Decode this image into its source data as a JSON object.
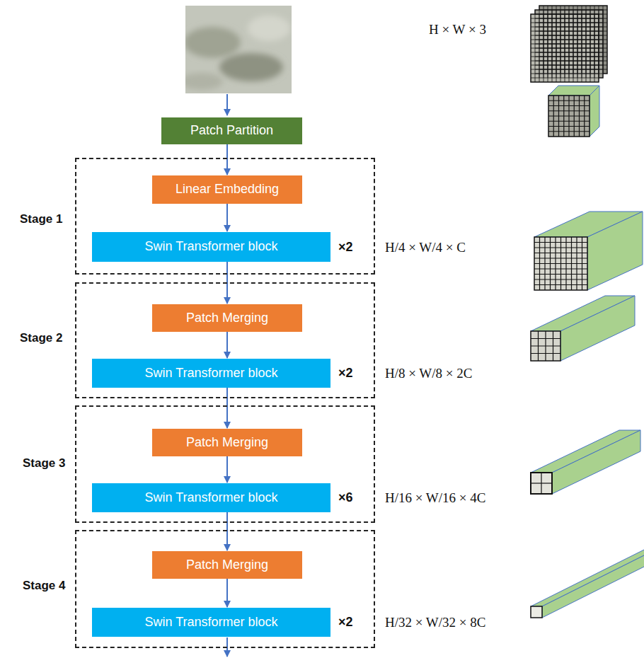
{
  "diagram": {
    "nodes": [
      {
        "text": [
          "Patch Partition"
        ]
      },
      {
        "text": [
          "Stage 1"
        ]
      },
      {
        "text": [
          "Linear Embedding"
        ],
        "in": 1
      },
      {
        "text": [
          "Swin Transformer block"
        ],
        "in": 1
      },
      {
        "text": [
          "Stage 2"
        ]
      },
      {
        "text": [
          "Patch Merging"
        ],
        "in": 4
      },
      {
        "text": [
          "Swin Transformer block"
        ],
        "in": 4
      },
      {
        "text": [
          "Stage 3"
        ]
      },
      {
        "text": [
          "Patch Merging"
        ],
        "in": 7
      },
      {
        "text": [
          "Swin Transformer block"
        ],
        "in": 7
      },
      {
        "text": [
          "Stage 4"
        ]
      },
      {
        "text": [
          "Patch Merging"
        ],
        "in": 10
      },
      {
        "text": [
          "Swin Transformer block"
        ],
        "in": 10
      }
    ],
    "edges": [
      {
        "from": 0,
        "to": 2,
        "arrow": "to"
      },
      {
        "from": 2,
        "to": 3,
        "arrow": "to"
      },
      {
        "from": 3,
        "to": 5,
        "arrow": "to"
      },
      {
        "from": 5,
        "to": 6,
        "arrow": "to"
      },
      {
        "from": 6,
        "to": 8,
        "arrow": "to"
      },
      {
        "from": 8,
        "to": 9,
        "arrow": "to"
      },
      {
        "from": 9,
        "to": 11,
        "arrow": "to"
      },
      {
        "from": 11,
        "to": 12,
        "arrow": "to"
      }
    ],
    "labels": [
      "H × W × 3",
      "×2",
      "H/4 × W/4 × C",
      "×2",
      "H/8 × W/8 × 2C",
      "×6",
      "H/16 × W/16 × 4C",
      "×2",
      "H/32 × W/32 × 8C"
    ]
  }
}
